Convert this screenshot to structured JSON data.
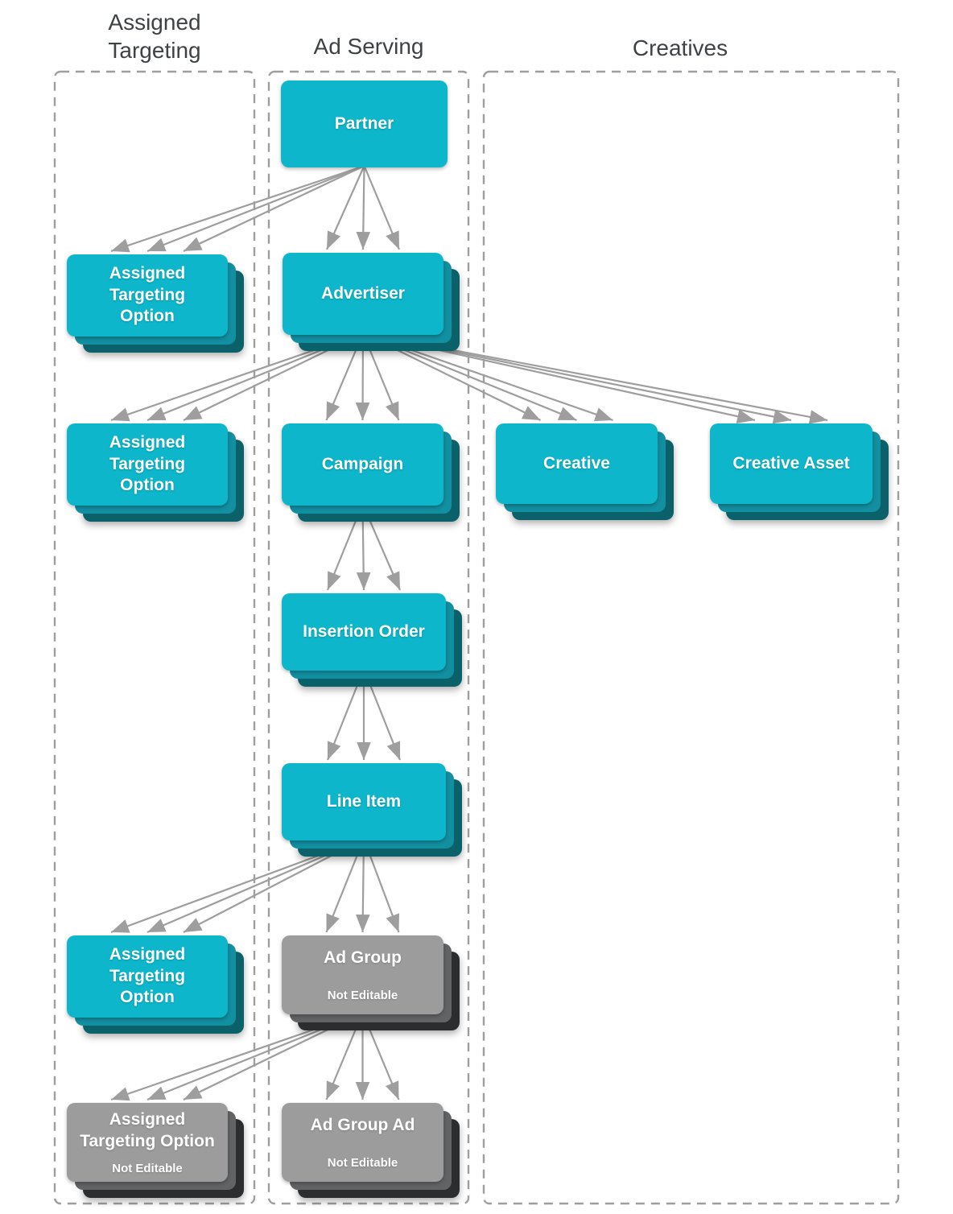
{
  "diagram": {
    "columns": [
      {
        "id": "assigned-targeting",
        "title": "Assigned Targeting"
      },
      {
        "id": "ad-serving",
        "title": "Ad Serving"
      },
      {
        "id": "creatives",
        "title": "Creatives"
      }
    ],
    "nodes": {
      "partner": {
        "label": "Partner",
        "column": "ad-serving",
        "editable": true,
        "multiple": false
      },
      "ato1": {
        "label": "Assigned Targeting Option",
        "column": "assigned-targeting",
        "editable": true,
        "multiple": true
      },
      "advertiser": {
        "label": "Advertiser",
        "column": "ad-serving",
        "editable": true,
        "multiple": true
      },
      "ato2": {
        "label": "Assigned Targeting Option",
        "column": "assigned-targeting",
        "editable": true,
        "multiple": true
      },
      "campaign": {
        "label": "Campaign",
        "column": "ad-serving",
        "editable": true,
        "multiple": true
      },
      "creative": {
        "label": "Creative",
        "column": "creatives",
        "editable": true,
        "multiple": true
      },
      "creative_asset": {
        "label": "Creative Asset",
        "column": "creatives",
        "editable": true,
        "multiple": true
      },
      "insertion_order": {
        "label": "Insertion Order",
        "column": "ad-serving",
        "editable": true,
        "multiple": true
      },
      "line_item": {
        "label": "Line Item",
        "column": "ad-serving",
        "editable": true,
        "multiple": true
      },
      "ato3": {
        "label": "Assigned Targeting Option",
        "column": "assigned-targeting",
        "editable": true,
        "multiple": true
      },
      "ad_group": {
        "label": "Ad Group",
        "sublabel": "Not Editable",
        "column": "ad-serving",
        "editable": false,
        "multiple": true
      },
      "ato4": {
        "label": "Assigned Targeting Option",
        "sublabel": "Not Editable",
        "column": "assigned-targeting",
        "editable": false,
        "multiple": true
      },
      "ad_group_ad": {
        "label": "Ad Group Ad",
        "sublabel": "Not Editable",
        "column": "ad-serving",
        "editable": false,
        "multiple": true
      }
    },
    "edges": [
      {
        "from": "partner",
        "to": "ato1"
      },
      {
        "from": "partner",
        "to": "advertiser"
      },
      {
        "from": "advertiser",
        "to": "ato2"
      },
      {
        "from": "advertiser",
        "to": "campaign"
      },
      {
        "from": "advertiser",
        "to": "creative"
      },
      {
        "from": "advertiser",
        "to": "creative_asset"
      },
      {
        "from": "campaign",
        "to": "insertion_order"
      },
      {
        "from": "insertion_order",
        "to": "line_item"
      },
      {
        "from": "line_item",
        "to": "ato3"
      },
      {
        "from": "line_item",
        "to": "ad_group"
      },
      {
        "from": "ad_group",
        "to": "ato4"
      },
      {
        "from": "ad_group",
        "to": "ad_group_ad"
      }
    ],
    "style": {
      "arrows_per_edge": 3,
      "arrow_color": "#9e9e9e",
      "panel_border_color": "#9e9e9e",
      "teal": "#0db6ca",
      "teal_mid": "#128fa0",
      "teal_dark": "#0b6169",
      "gray": "#9c9c9c",
      "gray_mid": "#626365",
      "gray_dark": "#2c2d2f",
      "header_text_color": "#3f4245",
      "node_text_color": "#ffffff"
    }
  }
}
